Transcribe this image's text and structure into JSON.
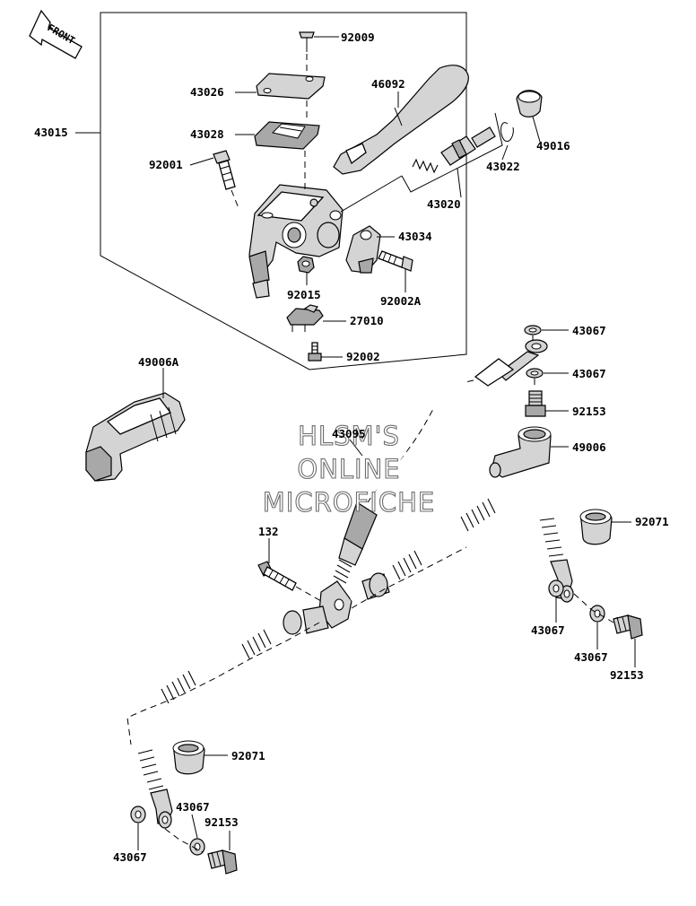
{
  "front_arrow": {
    "text": "FRONT"
  },
  "watermark": {
    "line1": "HLSM'S",
    "line2": "ONLINE",
    "line3": "MICROFICHE"
  },
  "labels": {
    "p92009": "92009",
    "p43026": "43026",
    "p46092": "46092",
    "p43015": "43015",
    "p43028": "43028",
    "p49016": "49016",
    "p92001": "92001",
    "p43022": "43022",
    "p43020": "43020",
    "p43034": "43034",
    "p92015": "92015",
    "p92002A": "92002A",
    "p27010": "27010",
    "p92002": "92002",
    "p43067_a": "43067",
    "p43067_b": "43067",
    "p49006A": "49006A",
    "p92153_a": "92153",
    "p43095": "43095",
    "p49006": "49006",
    "p92071_a": "92071",
    "p132": "132",
    "p43067_c": "43067",
    "p43067_d": "43067",
    "p92153_b": "92153",
    "p92071_b": "92071",
    "p43067_e": "43067",
    "p92153_c": "92153",
    "p43067_f": "43067"
  }
}
